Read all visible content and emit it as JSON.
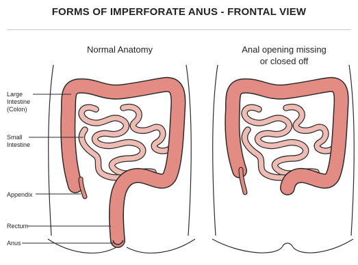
{
  "title": "FORMS OF IMPERFORATE ANUS - FRONTAL VIEW",
  "panels": {
    "left": {
      "subtitle": "Normal Anatomy"
    },
    "right": {
      "subtitle_line1": "Anal opening missing",
      "subtitle_line2": "or closed off"
    }
  },
  "labels": {
    "large_intestine_1": "Large",
    "large_intestine_2": "Intestine",
    "large_intestine_3": "(Colon)",
    "small_intestine_1": "Small",
    "small_intestine_2": "Intestine",
    "appendix": "Appendix",
    "rectum": "Rectum",
    "anus": "Anus"
  },
  "colors": {
    "colon": "#e28c84",
    "small_intestine": "#efbcb3",
    "outline": "#2a2a2a",
    "divider": "#c8c8c8"
  }
}
